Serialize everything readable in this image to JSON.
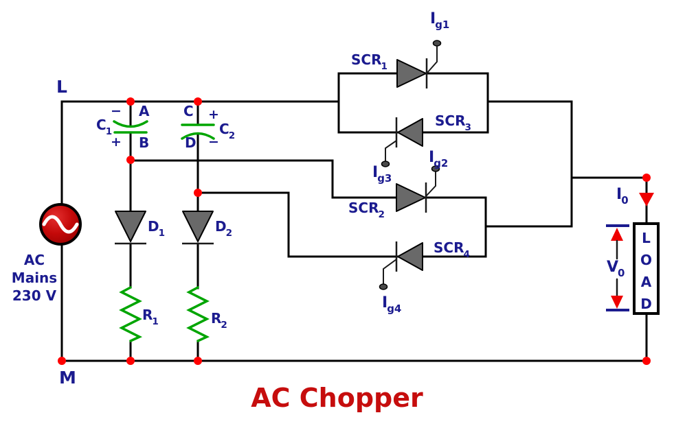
{
  "title": "AC Chopper",
  "terminals": {
    "line": "L",
    "neutral": "M"
  },
  "source": {
    "line1": "AC",
    "line2": "Mains",
    "line3": "230 V"
  },
  "capacitors": {
    "c1": {
      "base": "C",
      "sub": "1",
      "top_sign": "−",
      "bottom_sign": "+",
      "top_node": "A",
      "bottom_node": "B"
    },
    "c2": {
      "base": "C",
      "sub": "2",
      "top_sign": "+",
      "bottom_sign": "−",
      "top_node": "C",
      "bottom_node": "D"
    }
  },
  "diodes": {
    "d1": {
      "base": "D",
      "sub": "1"
    },
    "d2": {
      "base": "D",
      "sub": "2"
    }
  },
  "resistors": {
    "r1": {
      "base": "R",
      "sub": "1"
    },
    "r2": {
      "base": "R",
      "sub": "2"
    }
  },
  "thyristors": {
    "scr1": {
      "base": "SCR",
      "sub": "1"
    },
    "scr2": {
      "base": "SCR",
      "sub": "2"
    },
    "scr3": {
      "base": "SCR",
      "sub": "3"
    },
    "scr4": {
      "base": "SCR",
      "sub": "4"
    }
  },
  "gate_currents": {
    "ig1": {
      "base": "I",
      "sub": "g1"
    },
    "ig2": {
      "base": "I",
      "sub": "g2"
    },
    "ig3": {
      "base": "I",
      "sub": "g3"
    },
    "ig4": {
      "base": "I",
      "sub": "g4"
    }
  },
  "output": {
    "current": {
      "base": "I",
      "sub": "0"
    },
    "voltage": {
      "base": "V",
      "sub": "0"
    },
    "load": "L\nO\nA\nD"
  },
  "colors": {
    "wire": "#000000",
    "component_green": "#00a500",
    "junction_red": "#ff0000",
    "source_fill": "#c00808",
    "scr_gray": "#696969",
    "label_blue": "#1b1b8f",
    "title_red": "#c60d0d"
  }
}
